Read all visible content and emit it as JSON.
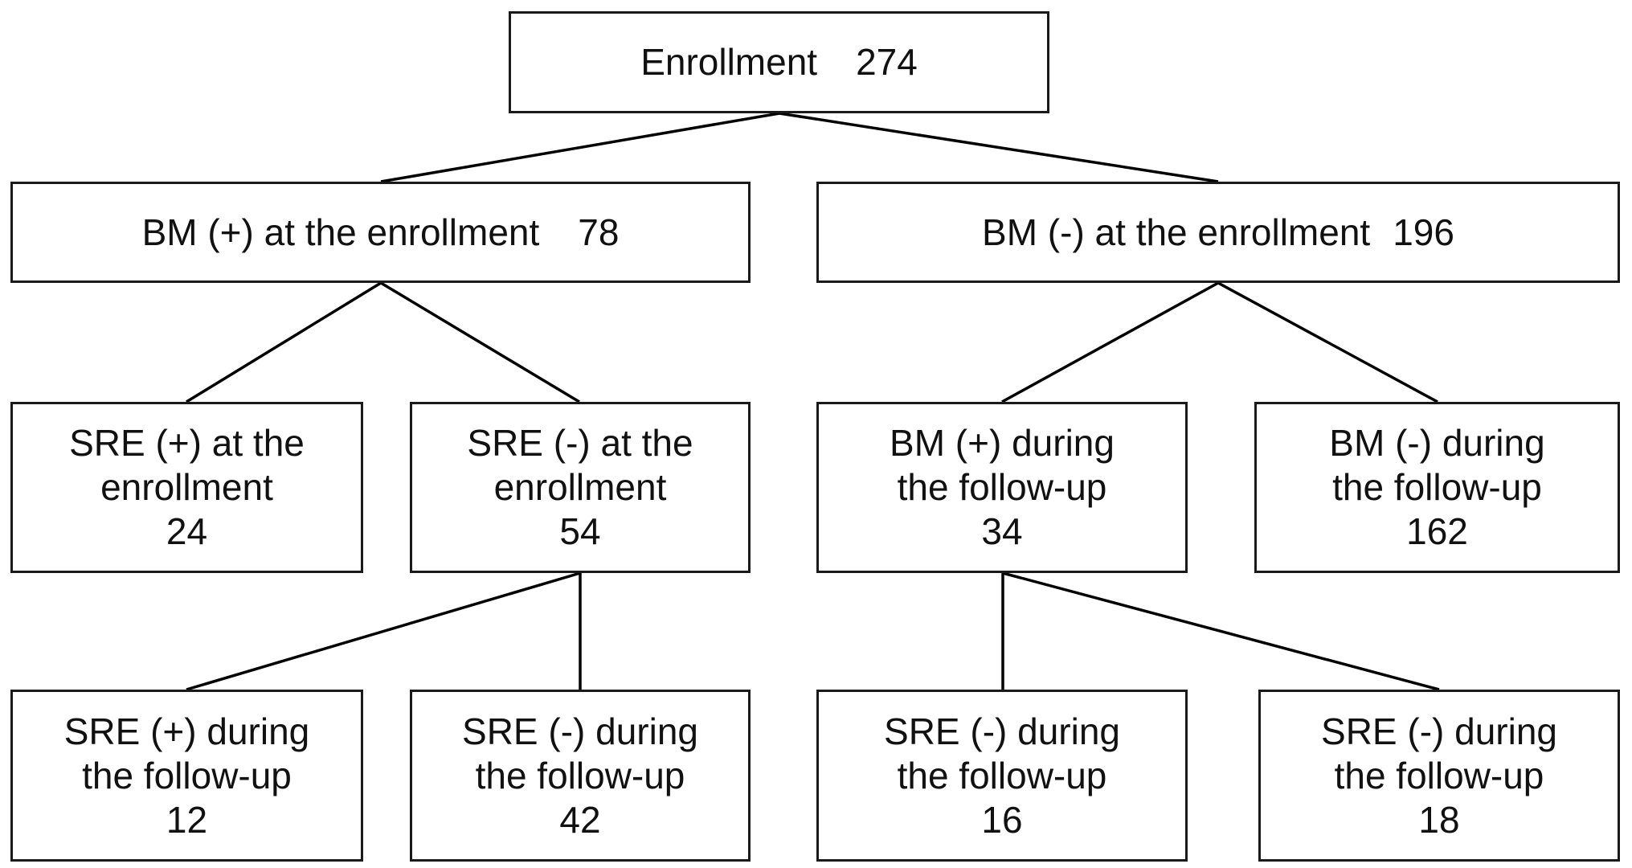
{
  "nodes": {
    "enrollment": {
      "label": "Enrollment",
      "count": "274"
    },
    "bm_pos_enrollment": {
      "label": "BM (+) at the enrollment",
      "count": "78"
    },
    "bm_neg_enrollment": {
      "label": "BM (-) at the enrollment",
      "count": "196"
    },
    "sre_pos_enrollment": {
      "line1": "SRE (+) at the",
      "line2": "enrollment",
      "count": "24"
    },
    "sre_neg_enrollment": {
      "line1": "SRE (-) at the",
      "line2": "enrollment",
      "count": "54"
    },
    "bm_pos_followup": {
      "line1": "BM (+) during",
      "line2": "the follow-up",
      "count": "34"
    },
    "bm_neg_followup": {
      "line1": "BM (-) during",
      "line2": "the follow-up",
      "count": "162"
    },
    "sre_pos_followup": {
      "line1": "SRE (+) during",
      "line2": "the follow-up",
      "count": "12"
    },
    "sre_neg_followup_a": {
      "line1": "SRE (-) during",
      "line2": "the follow-up",
      "count": "42"
    },
    "sre_neg_followup_b": {
      "line1": "SRE (-) during",
      "line2": "the follow-up",
      "count": "16"
    },
    "sre_neg_followup_c": {
      "line1": "SRE (-) during",
      "line2": "the follow-up",
      "count": "18"
    }
  },
  "edges": [
    [
      "enrollment",
      "bm_pos_enrollment"
    ],
    [
      "enrollment",
      "bm_neg_enrollment"
    ],
    [
      "bm_pos_enrollment",
      "sre_pos_enrollment"
    ],
    [
      "bm_pos_enrollment",
      "sre_neg_enrollment"
    ],
    [
      "bm_neg_enrollment",
      "bm_pos_followup"
    ],
    [
      "bm_neg_enrollment",
      "bm_neg_followup"
    ],
    [
      "sre_neg_enrollment",
      "sre_pos_followup"
    ],
    [
      "sre_neg_enrollment",
      "sre_neg_followup_a"
    ],
    [
      "bm_pos_followup",
      "sre_neg_followup_b"
    ],
    [
      "bm_pos_followup",
      "sre_neg_followup_c"
    ]
  ]
}
